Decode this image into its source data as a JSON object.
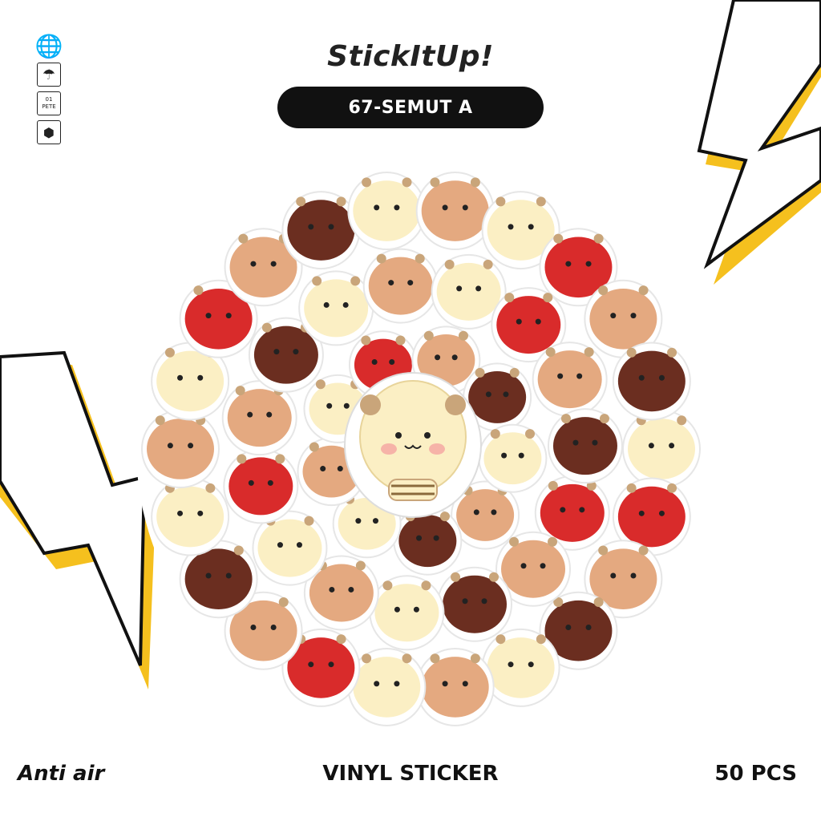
{
  "header": {
    "brand": "StickItUp!",
    "product_code": "67-SEMUT A"
  },
  "side_icons": [
    {
      "name": "globe-icon",
      "glyph": "🌐"
    },
    {
      "name": "umbrella-icon",
      "glyph": "☂"
    },
    {
      "name": "recycle-pete-icon",
      "glyph": "01 PETE"
    },
    {
      "name": "package-hands-icon",
      "glyph": "⬢"
    }
  ],
  "footer": {
    "left": "Anti air",
    "middle": "VINYL STICKER",
    "right": "50 PCS"
  },
  "colors": {
    "accent_yellow": "#F5C01E",
    "ant_red": "#D92B2B",
    "ant_brown": "#6B2E20",
    "bee_cream": "#FBEFC4",
    "skin_tan": "#E4A980"
  }
}
